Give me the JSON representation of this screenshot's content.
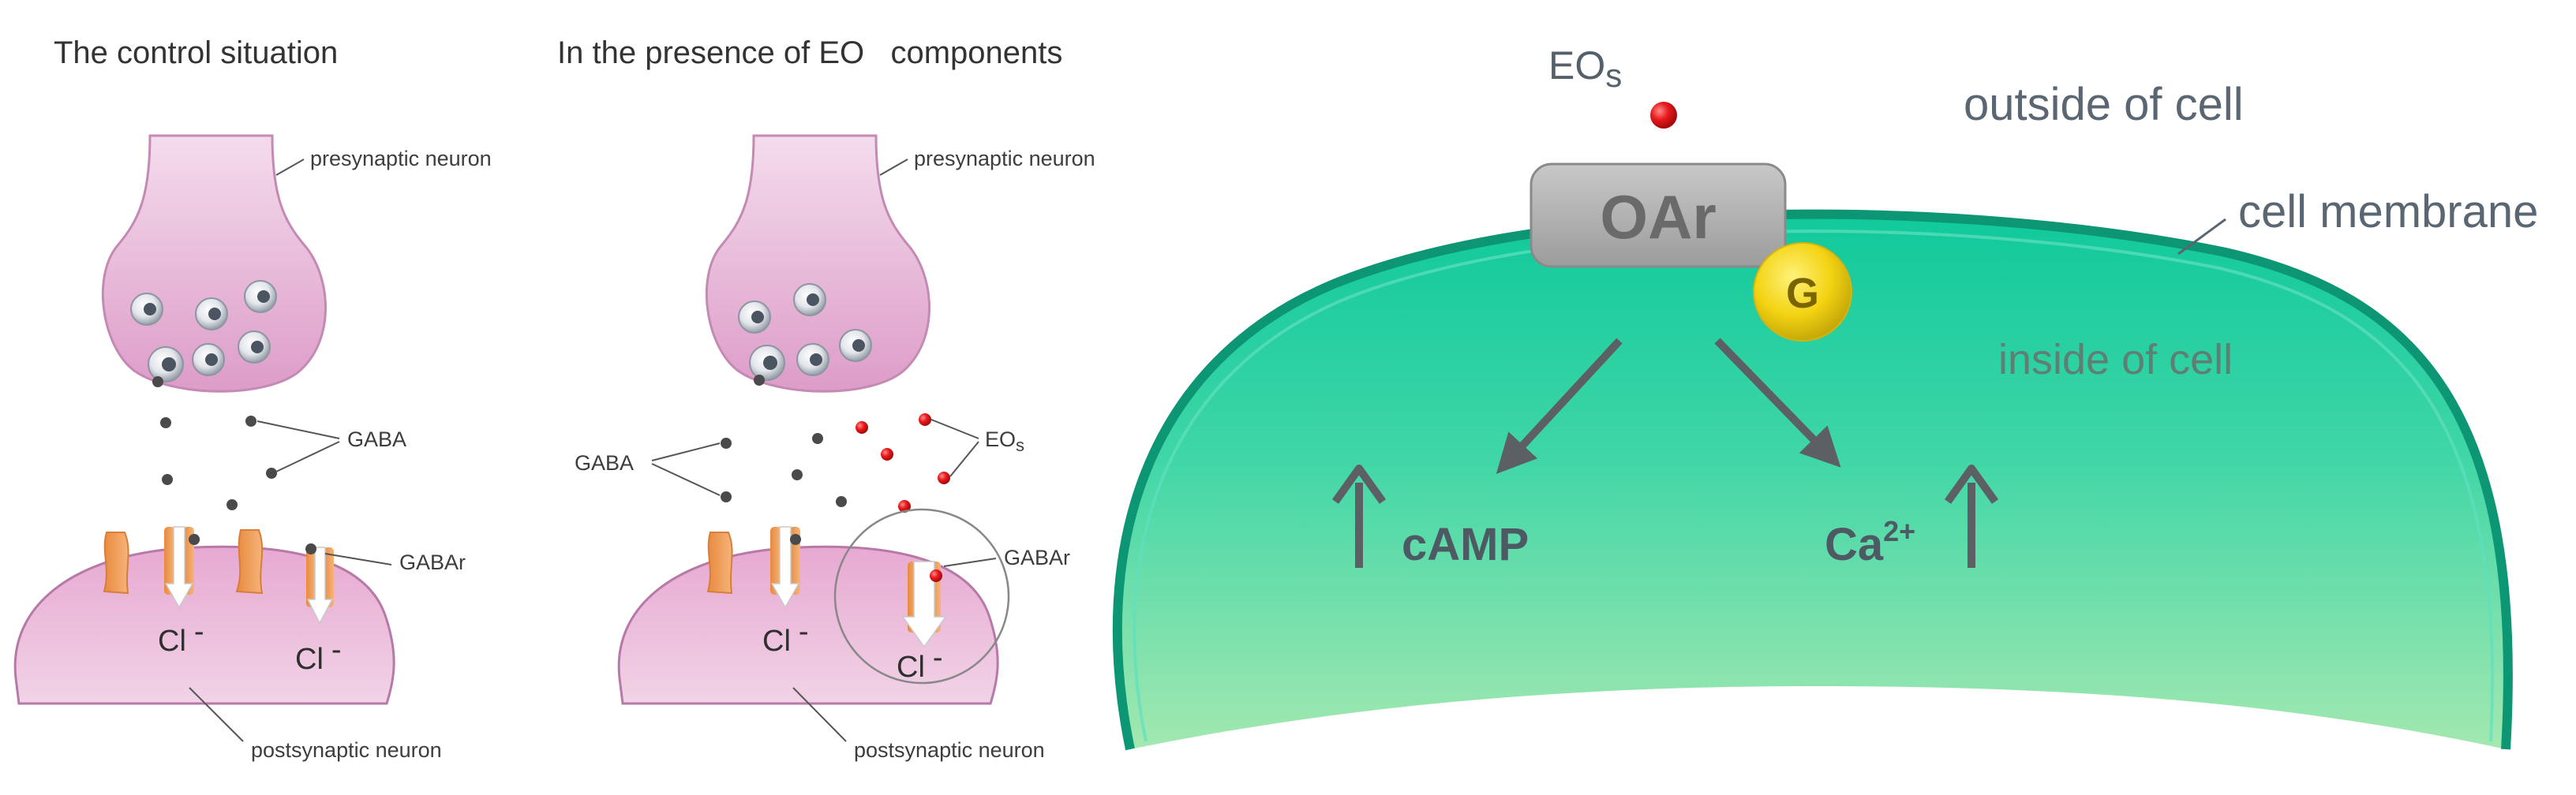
{
  "left_panel": {
    "title": "The control situation",
    "presynaptic_label": "presynaptic neuron",
    "gaba_label": "GABA",
    "receptor_label": "GABAr",
    "ion_label_1": "Cl",
    "ion_label_2": "Cl",
    "ion_charge": "-",
    "postsynaptic_label": "postsynaptic neuron"
  },
  "middle_panel": {
    "title": "In the presence of EO   components",
    "presynaptic_label": "presynaptic neuron",
    "gaba_label": "GABA",
    "eos_label_main": "EO",
    "eos_label_sub": "s",
    "receptor_label": "GABAr",
    "ion_label_1": "Cl",
    "ion_label_2": "Cl",
    "ion_charge": "-",
    "postsynaptic_label": "postsynaptic neuron"
  },
  "right_panel": {
    "eos_label_main": "EO",
    "eos_label_sub": "s",
    "outside_label": "outside of cell",
    "membrane_label": "cell membrane",
    "inside_label": "inside of cell",
    "receptor_label": "OAr",
    "gprotein_label": "G",
    "camp_label": "cAMP",
    "ca_label": "Ca",
    "ca_superscript": "2+"
  },
  "colors": {
    "neuron_fill": "#e5b3d6",
    "neuron_edge": "#b779a7",
    "receptor_orange": "#f1a25e",
    "eo_red": "#e8191c",
    "gaba_dark": "#4a4a4a",
    "cell_green_top": "#1fd0a0",
    "cell_green_bottom": "#8fe3a8",
    "membrane_green": "#119a78",
    "g_protein_yellow": "#f3d312",
    "oar_gray": "#b0b0b0"
  }
}
